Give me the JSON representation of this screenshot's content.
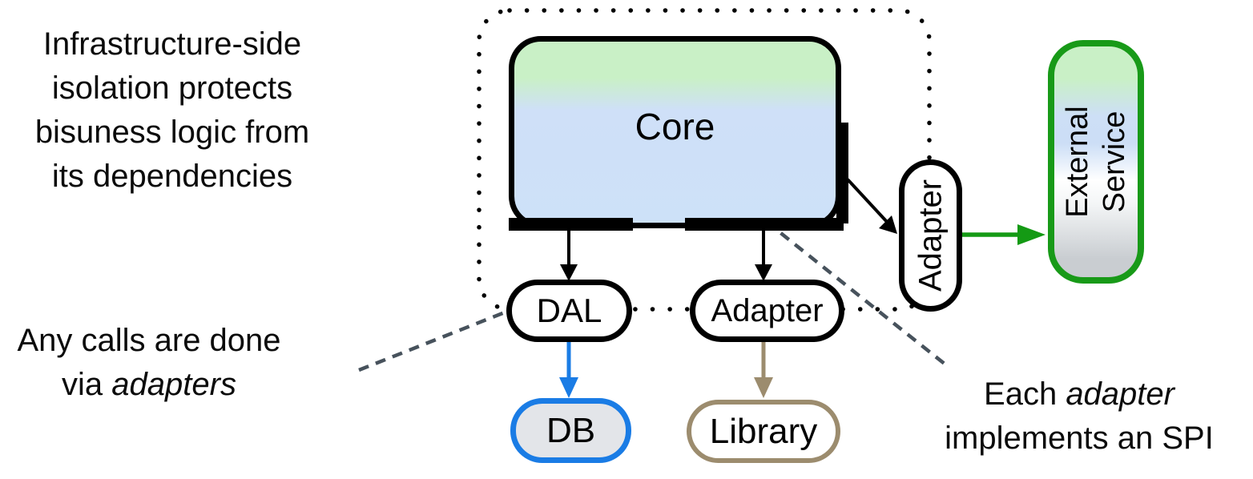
{
  "annotations": {
    "isolation_note": "Infrastructure-side\nisolation protects\nbisuness logic from\nits dependencies",
    "calls_note": {
      "line1": "Any calls are done",
      "line2_normal": "via ",
      "line2_italic": "adapters"
    },
    "spi_note": {
      "line1_normal": "Each ",
      "line1_italic": "adapter",
      "line2": "implements an SPI"
    }
  },
  "nodes": {
    "core": {
      "label": "Core"
    },
    "dal": {
      "label": "DAL"
    },
    "adapter_bottom": {
      "label": "Adapter"
    },
    "db": {
      "label": "DB"
    },
    "library": {
      "label": "Library"
    },
    "adapter_right": {
      "label": "Adapter"
    },
    "external_service": {
      "label": "External\nService"
    }
  },
  "colors": {
    "db_blue": "#1a7ce5",
    "library_tan": "#9c8c6e",
    "service_green": "#189a18",
    "arrow_green": "#149a14",
    "callout_dash_gray": "#47525c",
    "core_gradient_top_green": "#c9f0c6",
    "core_gradient_bottom_blue": "#cde1f8",
    "db_fill_gray": "#e3e5e9",
    "external_bottom_gray": "#c9cdd1"
  }
}
